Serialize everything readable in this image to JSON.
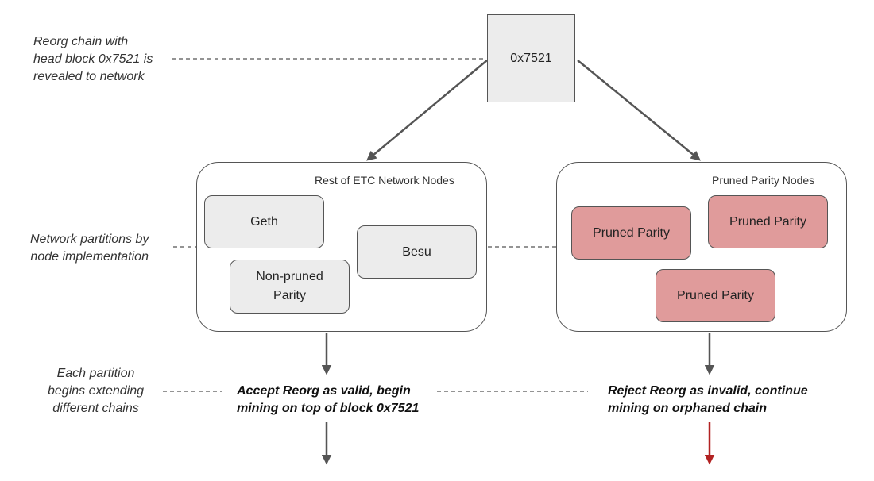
{
  "head_block": {
    "label": "0x7521"
  },
  "annotations": {
    "reveal": [
      "Reorg chain with",
      "head block 0x7521 is",
      "revealed to network"
    ],
    "partition": [
      "Network partitions by",
      "node implementation"
    ],
    "extend": [
      "Each partition",
      "begins extending",
      "different chains"
    ]
  },
  "groups": {
    "left": {
      "title": "Rest of ETC Network Nodes",
      "nodes": [
        "Geth",
        "Besu",
        "Non-pruned Parity"
      ],
      "color": "#ececec"
    },
    "right": {
      "title": "Pruned Parity Nodes",
      "nodes": [
        "Pruned Parity",
        "Pruned Parity",
        "Pruned Parity"
      ],
      "color": "#e09b9b"
    }
  },
  "outcomes": {
    "accept": [
      "Accept Reorg as valid, begin",
      "mining on top of block 0x7521"
    ],
    "reject": [
      "Reject Reorg as invalid, continue",
      "mining on orphaned chain"
    ]
  },
  "colors": {
    "arrow": "#555555",
    "reject_arrow": "#b22222",
    "pruned_fill": "#e09b9b",
    "block_fill": "#ececec"
  }
}
